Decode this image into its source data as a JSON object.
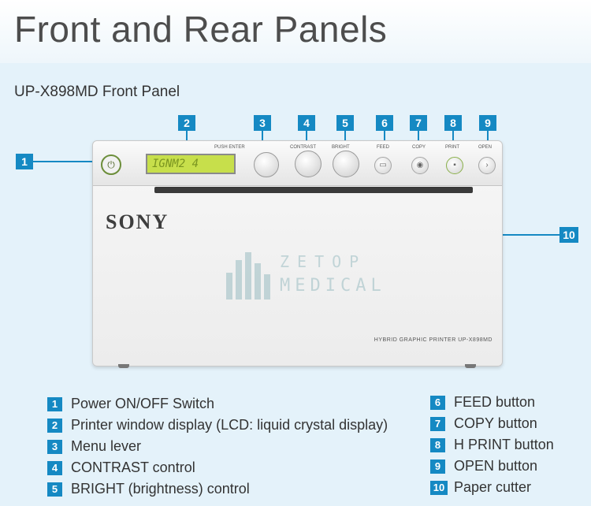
{
  "page_title": "Front and Rear Panels",
  "section_title": "UP-X898MD Front Panel",
  "brand": "SONY",
  "model_label": "HYBRID GRAPHIC PRINTER UP-X898MD",
  "lcd_text": "IGNM2 4",
  "panel_labels": {
    "push_enter": "PUSH ENTER",
    "contrast": "CONTRAST",
    "bright": "BRIGHT",
    "feed": "FEED",
    "copy": "COPY",
    "print": "PRINT",
    "open": "OPEN"
  },
  "watermark": {
    "line1": "ZETOP",
    "line2": "MEDICAL"
  },
  "callouts": [
    "1",
    "2",
    "3",
    "4",
    "5",
    "6",
    "7",
    "8",
    "9",
    "10"
  ],
  "legend_left": [
    {
      "num": "1",
      "text": "Power ON/OFF Switch"
    },
    {
      "num": "2",
      "text": "Printer window display (LCD: liquid crystal display)"
    },
    {
      "num": "3",
      "text": "Menu lever"
    },
    {
      "num": "4",
      "text": "CONTRAST control"
    },
    {
      "num": "5",
      "text": "BRIGHT (brightness) control"
    }
  ],
  "legend_right": [
    {
      "num": "6",
      "text": "FEED button"
    },
    {
      "num": "7",
      "text": "COPY button"
    },
    {
      "num": "8",
      "text": "H PRINT button"
    },
    {
      "num": "9",
      "text": "OPEN button"
    },
    {
      "num": "10",
      "text": "Paper cutter"
    }
  ],
  "colors": {
    "accent": "#1589c3",
    "background": "#e4f2fa",
    "title": "#4d4d4d"
  }
}
